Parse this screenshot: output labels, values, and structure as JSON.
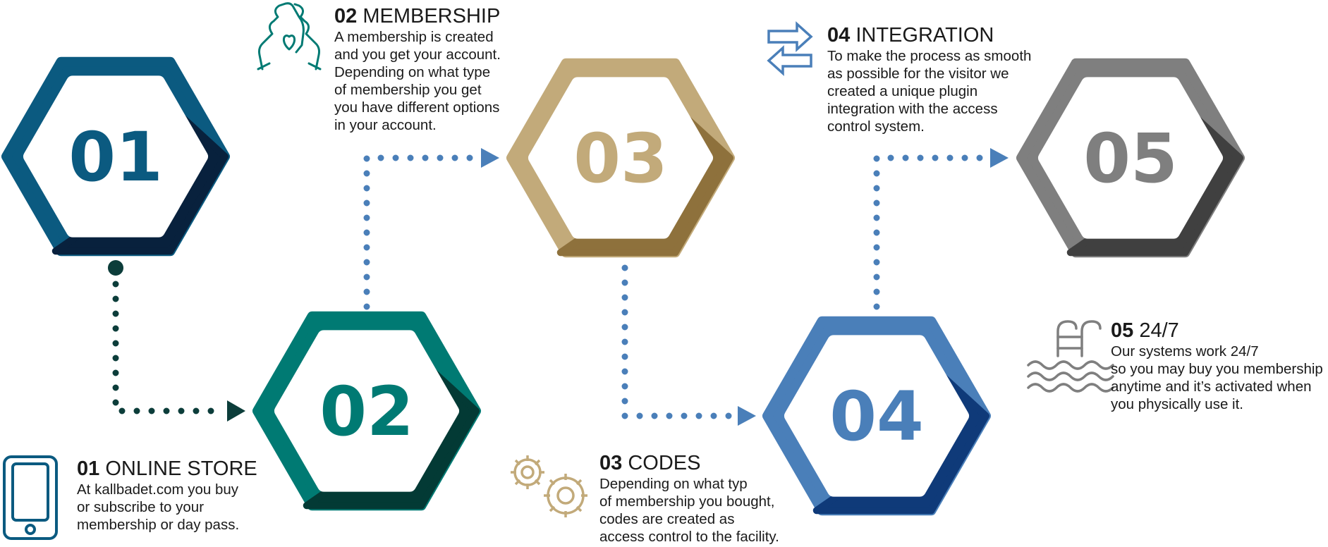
{
  "hexagons": [
    {
      "label": "01",
      "color": "#0b5a80",
      "shade": "#08213d"
    },
    {
      "label": "02",
      "color": "#007a73",
      "shade": "#033a35"
    },
    {
      "label": "03",
      "color": "#c2aa7a",
      "shade": "#8e713c"
    },
    {
      "label": "04",
      "color": "#4a7fb9",
      "shade": "#0f3a79"
    },
    {
      "label": "05",
      "color": "#7f7f7f",
      "shade": "#404040"
    }
  ],
  "steps": [
    {
      "num": "01",
      "title": "ONLINE STORE",
      "icon": "smartphone-icon",
      "icon_color": "#0b5a80",
      "lines": [
        "At kallbadet.com you buy",
        "or subscribe to your",
        "membership or day pass."
      ]
    },
    {
      "num": "02",
      "title": "MEMBERSHIP",
      "icon": "hands-heart-icon",
      "icon_color": "#007a73",
      "lines": [
        "A membership is created",
        "and you get your account.",
        "Depending on what type",
        "of membership you get",
        "you have different options",
        "in your account."
      ]
    },
    {
      "num": "03",
      "title": "CODES",
      "icon": "gears-icon",
      "icon_color": "#c2aa7a",
      "lines": [
        "Depending on what typ",
        "of membership you bought,",
        "codes are created as",
        "access control to the facility."
      ]
    },
    {
      "num": "04",
      "title": "INTEGRATION",
      "icon": "exchange-arrows-icon",
      "icon_color": "#4a7fb9",
      "lines": [
        "To make the process as smooth",
        "as possible for the visitor we",
        "created a unique plugin",
        "integration with the access",
        "control system."
      ]
    },
    {
      "num": "05",
      "title": "24/7",
      "icon": "pool-ladder-icon",
      "icon_color": "#7f7f7f",
      "lines": [
        "Our systems work 24/7",
        "so you may buy you membership",
        "anytime and it’s activated when",
        "you physically use it."
      ]
    }
  ],
  "connector_colors": {
    "first": "#0c3d3a",
    "others": "#4a7fb9"
  }
}
